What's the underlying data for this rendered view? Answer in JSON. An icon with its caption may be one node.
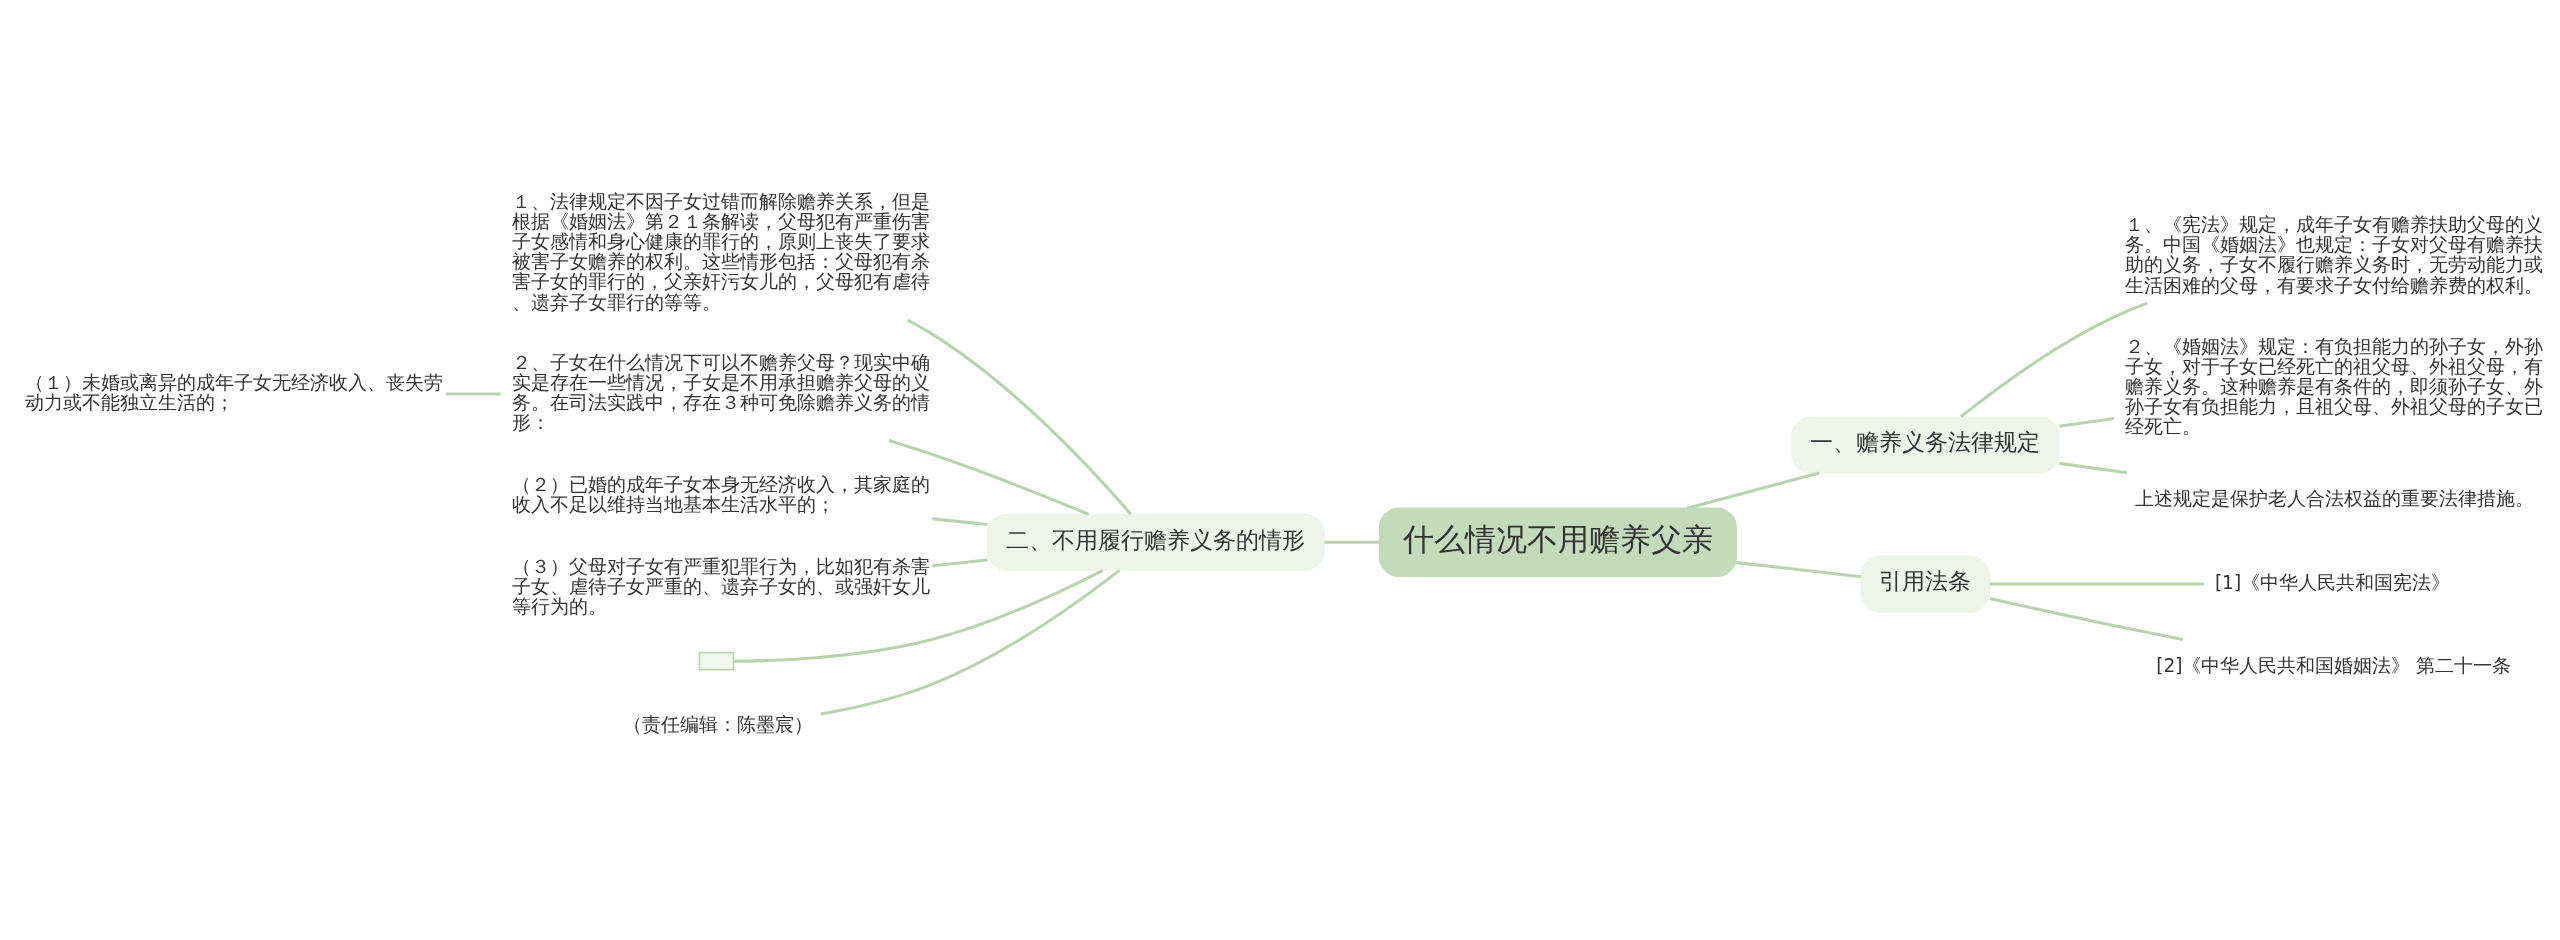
{
  "diagram": {
    "nodes": [
      {
        "text": [
          "什么情况不用赡养父亲"
        ]
      },
      {
        "text": [
          "二、不用履行赡养义务的情形"
        ]
      },
      {
        "text": [
          "１、法律规定不因子女过错而解除赡养关系，但是根据《婚姻法》第２１条解读，父母犯有严重伤害子女感情和身心健康的罪行的，原则上丧失了要求被害子女赡养的权利。这些情形包括：父母犯有杀害子女的罪行的，父亲奸污女儿的，父母犯有虐待、遗弃子女罪行的等等。"
        ]
      },
      {
        "text": [
          "２、子女在什么情况下可以不赡养父母？现实中确实是存在一些情况，子女是不用承担赡养父母的义务。在司法实践中，存在３种可免除赡养义务的情形："
        ]
      },
      {
        "text": [
          "（１）未婚或离异的成年子女无经济收入、丧失劳动力或不能独立生活的；"
        ]
      },
      {
        "text": [
          "（２）已婚的成年子女本身无经济收入，其家庭的收入不足以维持当地基本生活水平的；"
        ]
      },
      {
        "text": [
          "（３）父母对子女有严重犯罪行为，比如犯有杀害子女、虐待子女严重的、遗弃子女的、或强奸女儿等行为的。"
        ]
      },
      {
        "text": [],
        "shape": "box"
      },
      {
        "text": [
          "（责任编辑：陈墨宸）"
        ]
      },
      {
        "text": [
          "一、赡养义务法律规定"
        ]
      },
      {
        "text": [
          "１、《宪法》规定，成年子女有赡养扶助父母的义务。中国《婚姻法》也规定：子女对父母有赡养扶助的义务，子女不履行赡养义务时，无劳动能力或生活困难的父母，有要求子女付给赡养费的权利。"
        ]
      },
      {
        "text": [
          "２、《婚姻法》规定：有负担能力的孙子女，外孙子女，对于子女已经死亡的祖父母、外祖父母，有赡养义务。这种赡养是有条件的，即须孙子女、外孙子女有负担能力，且祖父母、外祖父母的子女已经死亡。"
        ]
      },
      {
        "text": [
          "上述规定是保护老人合法权益的重要法律措施。"
        ]
      },
      {
        "text": [
          "引用法条"
        ]
      },
      {
        "text": [
          "[1]《中华人民共和国宪法》"
        ]
      },
      {
        "text": [
          "[2]《中华人民共和国婚姻法》 第二十一条"
        ]
      }
    ],
    "edges": [
      {
        "from": 0,
        "to": 1,
        "arrow": "none"
      },
      {
        "from": 1,
        "to": 2,
        "arrow": "none"
      },
      {
        "from": 1,
        "to": 3,
        "arrow": "none"
      },
      {
        "from": 3,
        "to": 4,
        "arrow": "none"
      },
      {
        "from": 1,
        "to": 5,
        "arrow": "none"
      },
      {
        "from": 1,
        "to": 6,
        "arrow": "none"
      },
      {
        "from": 1,
        "to": 7,
        "arrow": "none"
      },
      {
        "from": 1,
        "to": 8,
        "arrow": "none"
      },
      {
        "from": 0,
        "to": 9,
        "arrow": "none"
      },
      {
        "from": 9,
        "to": 10,
        "arrow": "none"
      },
      {
        "from": 9,
        "to": 11,
        "arrow": "none"
      },
      {
        "from": 9,
        "to": 12,
        "arrow": "none"
      },
      {
        "from": 0,
        "to": 13,
        "arrow": "none"
      },
      {
        "from": 13,
        "to": 14,
        "arrow": "none"
      },
      {
        "from": 13,
        "to": 15,
        "arrow": "none"
      }
    ]
  }
}
